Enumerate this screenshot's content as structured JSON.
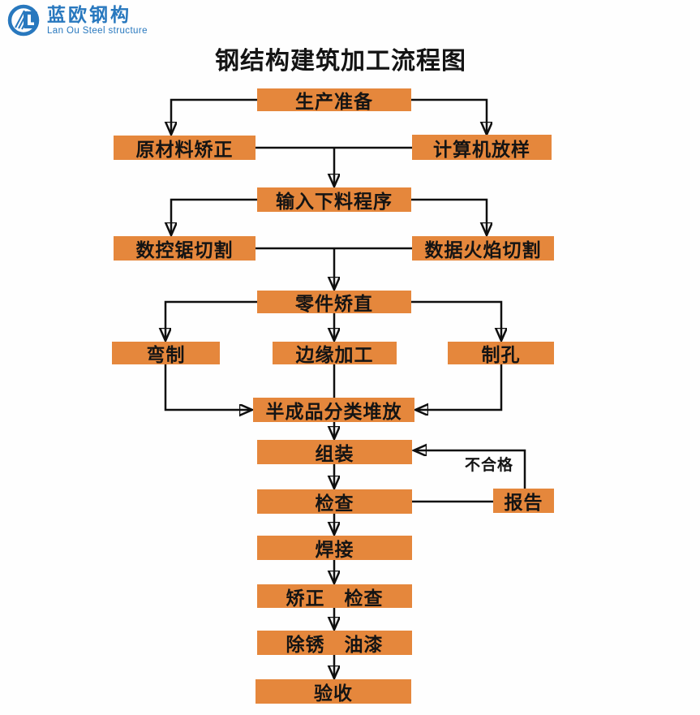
{
  "logo": {
    "title": "蓝欧钢构",
    "subtitle": "Lan Ou Steel structure",
    "color": "#2878BE"
  },
  "title": "钢结构建筑加工流程图",
  "colors": {
    "node_fill": "#E5873C",
    "line": "#0F0F0F",
    "text": "#141414",
    "background": "#FEFEFE"
  },
  "nodes": {
    "production_prep": {
      "label": "生产准备"
    },
    "raw_material_straightening": {
      "label": "原材料矫正"
    },
    "computer_lofting": {
      "label": "计算机放样"
    },
    "input_cutting_program": {
      "label": "输入下料程序"
    },
    "cnc_saw_cutting": {
      "label": "数控锯切割"
    },
    "data_flame_cutting": {
      "label": "数据火焰切割"
    },
    "parts_straightening": {
      "label": "零件矫直"
    },
    "bending": {
      "label": "弯制"
    },
    "edge_processing": {
      "label": "边缘加工"
    },
    "hole_making": {
      "label": "制孔"
    },
    "semi_finished_stacking": {
      "label": "半成品分类堆放"
    },
    "assembly": {
      "label": "组装"
    },
    "inspection": {
      "label": "检查"
    },
    "report": {
      "label": "报告"
    },
    "welding": {
      "label": "焊接"
    },
    "straighten_inspect": {
      "label": "矫正　检查"
    },
    "rust_removal_painting": {
      "label": "除锈　油漆"
    },
    "acceptance": {
      "label": "验收"
    }
  },
  "edge_labels": {
    "unqualified": "不合格"
  }
}
